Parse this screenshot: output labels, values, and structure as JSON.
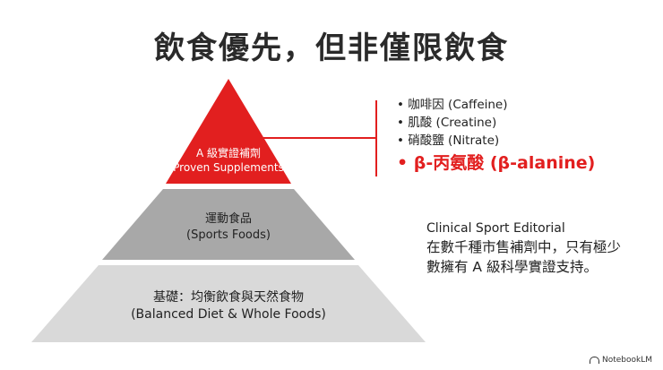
{
  "title": "飲食優先，但非僅限飲食",
  "pyramid": {
    "top": {
      "zh": "A 級實證補劑",
      "en": "(Proven Supplements)"
    },
    "middle": {
      "zh": "運動食品",
      "en": "(Sports Foods)"
    },
    "base": {
      "zh": "基礎：均衡飲食與天然食物",
      "en": "(Balanced Diet & Whole Foods)"
    }
  },
  "supplements": [
    "咖啡因 (Caffeine)",
    "肌酸 (Creatine)",
    "硝酸鹽 (Nitrate)",
    "β-丙氨酸 (β-alanine)"
  ],
  "callout": {
    "source": "Clinical Sport Editorial",
    "text": "在數千種市售補劑中，只有極少數擁有 A 級科學實證支持。"
  },
  "watermark": "NotebookLM",
  "colors": {
    "accent": "#e21f1f",
    "middle_tier": "#a8a8a8",
    "base_tier": "#d9d9d9"
  }
}
